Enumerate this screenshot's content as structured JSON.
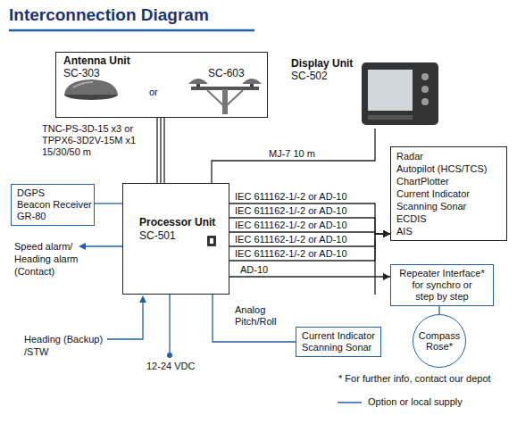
{
  "diagram": {
    "title": "Interconnection Diagram",
    "nodes": [
      {
        "text": [
          "Antenna Unit",
          "SC-303",
          "or",
          "SC-603"
        ]
      },
      {
        "text": [
          "Display Unit",
          "SC-502"
        ]
      },
      {
        "text": [
          "DGPS",
          "Beacon Receiver",
          "GR-80"
        ]
      },
      {
        "text": [
          "Processor Unit",
          "SC-501"
        ]
      },
      {
        "text": [
          "Radar",
          "Autopilot (HCS/TCS)",
          "ChartPlotter",
          "Current Indicator",
          "Scanning Sonar",
          "ECDIS",
          "AIS"
        ]
      },
      {
        "text": [
          "Repeater Interface*",
          "for synchro or",
          "step by step"
        ]
      },
      {
        "text": [
          "Compass Rose*"
        ]
      },
      {
        "text": [
          "Current Indicator",
          "Scanning Sonar"
        ]
      }
    ],
    "edges": [
      {
        "from": 0,
        "to": 3,
        "label": "TNC-PS-3D-15 x3 or TPPX6-3D2V-15M x1 15/30/50 m",
        "arrow": "none"
      },
      {
        "from": 3,
        "to": 1,
        "label": "MJ-7 10 m",
        "arrow": "none"
      },
      {
        "from": 2,
        "to": 3,
        "arrow": "none"
      },
      {
        "from": 3,
        "to": 4,
        "label": "IEC 611162-1/-2 or AD-10",
        "arrow": "to"
      },
      {
        "from": 3,
        "to": 4,
        "label": "IEC 611162-1/-2 or AD-10",
        "arrow": "to"
      },
      {
        "from": 3,
        "to": 4,
        "label": "IEC 611162-1/-2 or AD-10",
        "arrow": "to"
      },
      {
        "from": 3,
        "to": 4,
        "label": "IEC 611162-1/-2 or AD-10",
        "arrow": "to"
      },
      {
        "from": 3,
        "to": 4,
        "label": "IEC 611162-1/-2 or AD-10",
        "arrow": "to"
      },
      {
        "from": 3,
        "to": 5,
        "label": "AD-10",
        "arrow": "to"
      },
      {
        "from": 5,
        "to": 6,
        "arrow": "none"
      },
      {
        "from": 3,
        "to": 7,
        "label": "Analog Pitch/Roll",
        "arrow": "none"
      }
    ],
    "labels": [
      "Speed alarm/",
      "Heading alarm",
      "(Contact)",
      "Heading (Backup)",
      "/STW",
      "12-24 VDC",
      "* For further info, contact our depot"
    ],
    "legend": [
      {
        "text": "Option or local supply"
      }
    ]
  }
}
